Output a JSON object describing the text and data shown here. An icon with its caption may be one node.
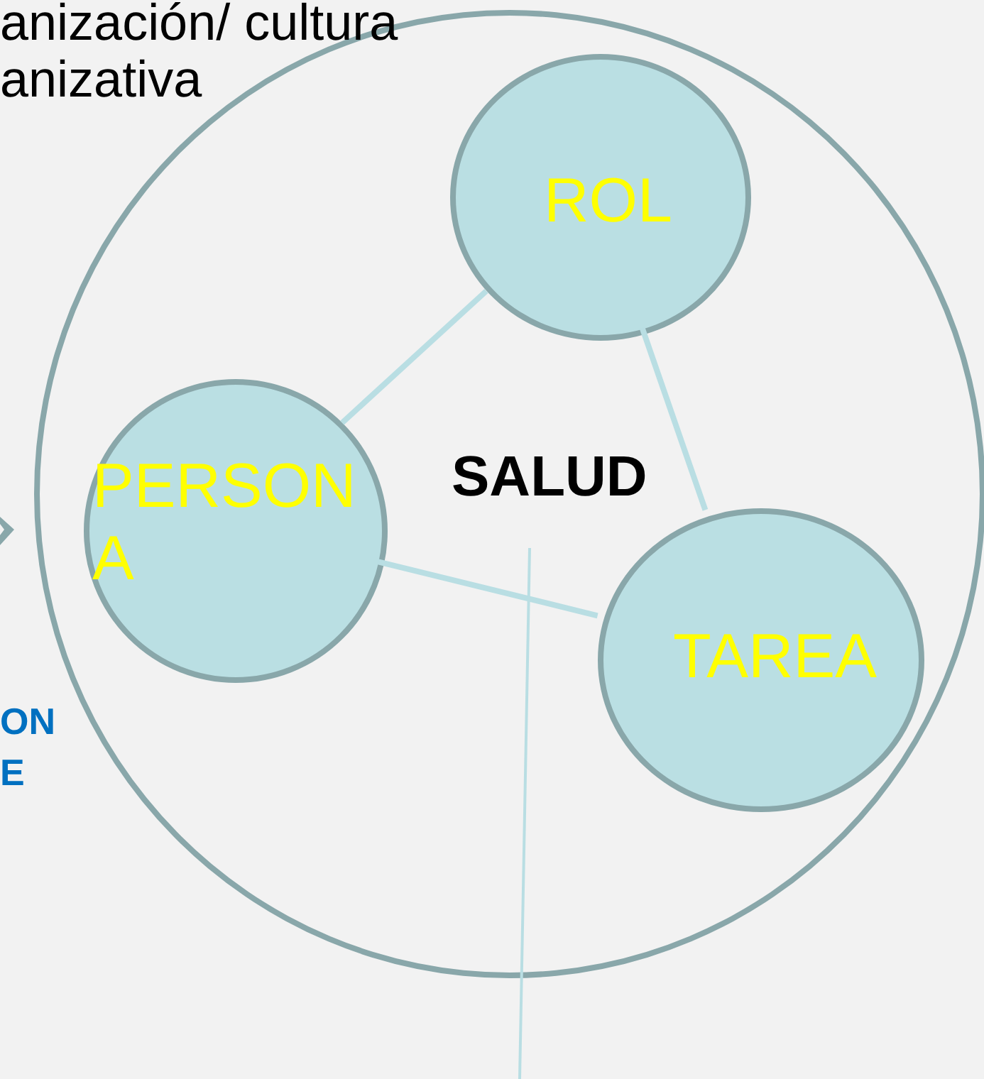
{
  "diagram": {
    "nodes": [
      {
        "text": [
          "SALUD"
        ]
      },
      {
        "text": [
          "ROL"
        ],
        "in": 0
      },
      {
        "text": [
          "PERSONA"
        ],
        "in": 0
      },
      {
        "text": [
          "TAREA"
        ],
        "in": 0
      }
    ],
    "edges": [
      {
        "from": 2,
        "to": 1,
        "arrow": "none"
      },
      {
        "from": 1,
        "to": 3,
        "arrow": "none"
      },
      {
        "from": 2,
        "to": 3,
        "arrow": "none"
      }
    ],
    "labels": [
      "anización/ cultura anizativa",
      "ON",
      "E"
    ]
  }
}
